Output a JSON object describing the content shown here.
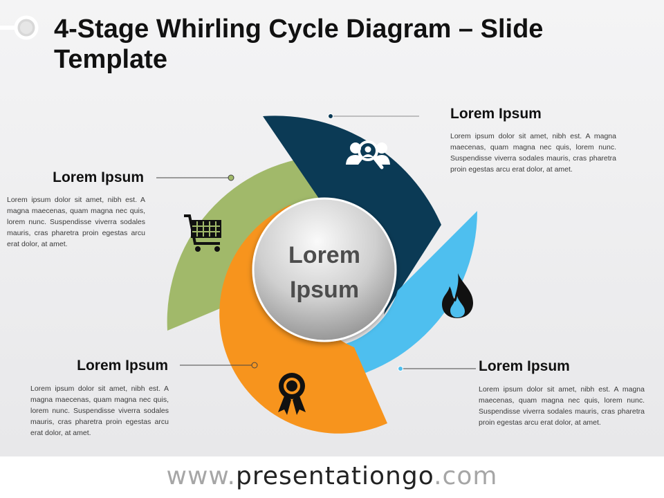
{
  "title": "4-Stage Whirling Cycle Diagram – Slide Template",
  "center_label": {
    "line1": "Lorem",
    "line2": "Ipsum"
  },
  "stages": [
    {
      "heading": "Lorem Ipsum",
      "body": "Lorem ipsum dolor sit amet, nibh est. A magna maecenas, quam magna nec quis, lorem nunc. Suspendisse viverra sodales mauris, cras pharetra proin egestas arcu erat dolor, at amet.",
      "color": "#0b3a55",
      "icon": "people-search-icon"
    },
    {
      "heading": "Lorem Ipsum",
      "body": "Lorem ipsum dolor sit amet, nibh est. A magna maecenas, quam magna nec quis, lorem nunc. Suspendisse viverra sodales mauris, cras pharetra proin egestas arcu erat dolor, at amet.",
      "color": "#4ebfef",
      "icon": "flame-icon"
    },
    {
      "heading": "Lorem Ipsum",
      "body": "Lorem ipsum dolor sit amet, nibh est. A magna maecenas, quam magna nec quis, lorem nunc. Suspendisse viverra sodales mauris, cras pharetra proin egestas arcu erat dolor, at amet.",
      "color": "#f7941d",
      "icon": "award-ribbon-icon"
    },
    {
      "heading": "Lorem Ipsum",
      "body": "Lorem ipsum dolor sit amet, nibh est. A magna maecenas, quam magna nec quis, lorem nunc. Suspendisse viverra sodales mauris, cras pharetra proin egestas arcu erat dolor, at amet.",
      "color": "#a1b96a",
      "icon": "shopping-cart-icon"
    }
  ],
  "footer": {
    "prefix": "www.",
    "domain": "presentationgo",
    "suffix": ".com"
  }
}
